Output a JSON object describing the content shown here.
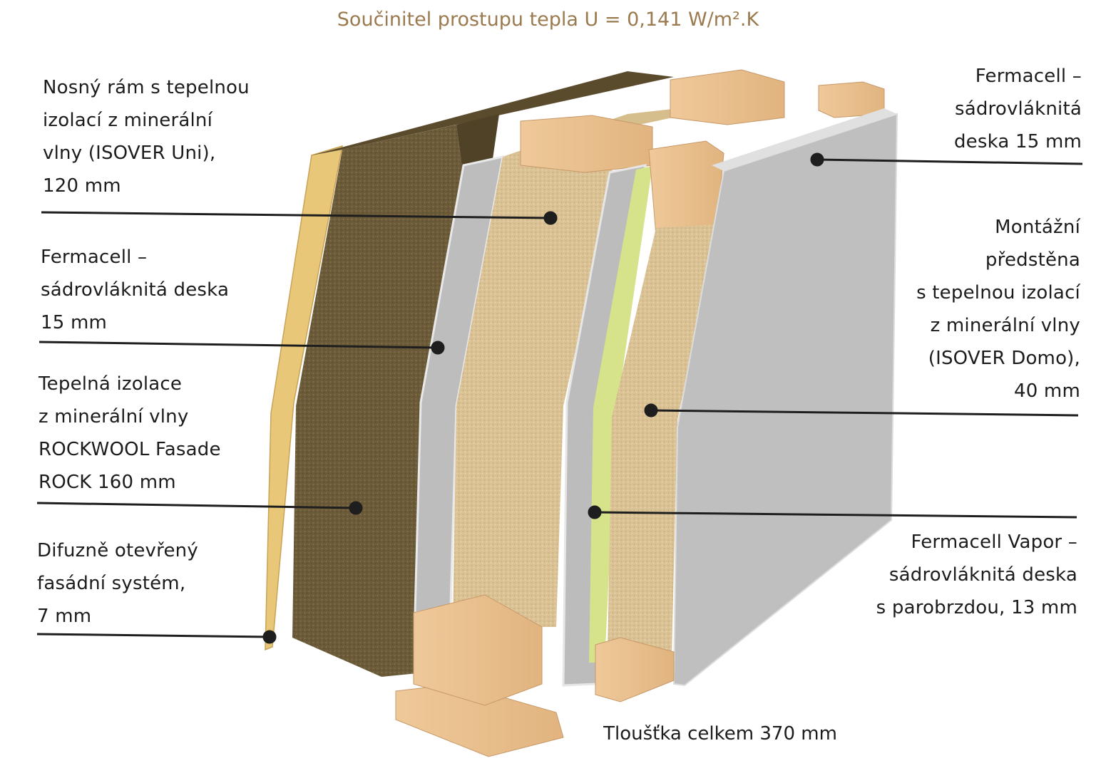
{
  "title": "Součinitel prostupu tepla U = 0,141 W/m².K",
  "total_thickness": "Tloušťka celkem 370 mm",
  "labels": {
    "frame": [
      "Nosný rám s tepelnou",
      "izolací z minerální",
      "vlny (ISOVER Uni),",
      "120 mm"
    ],
    "fermacell_left": [
      "Fermacell –",
      "sádrovláknitá deska",
      "15 mm"
    ],
    "rockwool": [
      "Tepelná izolace",
      "z minerální vlny",
      "ROCKWOOL Fasade",
      "ROCK 160 mm"
    ],
    "facade": [
      "Difuzně otevřený",
      "fasádní systém,",
      "7 mm"
    ],
    "fermacell_right": [
      "Fermacell –",
      "sádrovláknitá",
      "deska 15 mm"
    ],
    "install_wall": [
      "Montážní",
      "předstěna",
      "s tepelnou izolací",
      "z minerální vlny",
      "(ISOVER Domo),",
      "40 mm"
    ],
    "vapor": [
      "Fermacell Vapor –",
      "sádrovláknitá deska",
      "s parobrzdou, 13 mm"
    ]
  },
  "colors": {
    "title": "#9a7a4e",
    "text": "#1c1c1c",
    "rockwool": "#6f5e3b",
    "mineral_wool": "#dcc497",
    "wood": "#ebc494",
    "gypsum": "#b5b5b5",
    "vapor": "#d4e283",
    "facade_render": "#e6c67a"
  }
}
